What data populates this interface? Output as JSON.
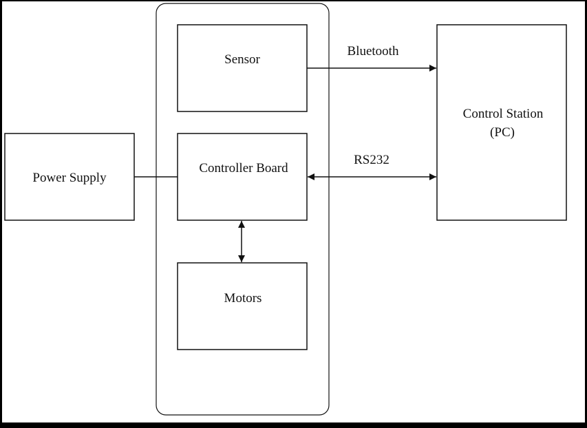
{
  "diagram": {
    "blocks": {
      "power_supply": "Power Supply",
      "sensor": "Sensor",
      "controller_board": "Controller Board",
      "motors": "Motors",
      "control_station_line1": "Control Station",
      "control_station_line2": "(PC)"
    },
    "connections": {
      "bluetooth": "Bluetooth",
      "rs232": "RS232"
    }
  },
  "colors": {
    "background": "#ffffff",
    "frame": "#000000",
    "stroke": "#111111"
  }
}
